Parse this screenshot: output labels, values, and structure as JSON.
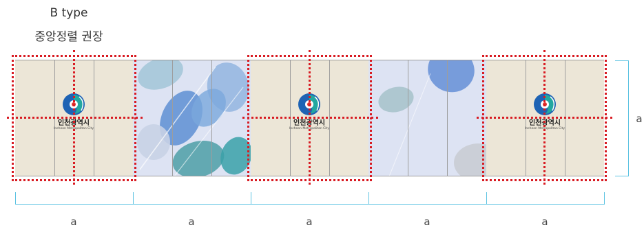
{
  "header": {
    "line1": "B type",
    "line2": "중앙정렬 권장"
  },
  "logo": {
    "korean": "인천광역시",
    "english": "Incheon Metropolitan City"
  },
  "dimension_labels": {
    "bottom": [
      "a",
      "a",
      "a",
      "a",
      "a"
    ],
    "right": "a"
  },
  "colors": {
    "guide": "#d81b22",
    "dimension": "#5cc3e2",
    "beige_panel": "#ece6d7",
    "leaf_panel": "#dde3f3"
  }
}
